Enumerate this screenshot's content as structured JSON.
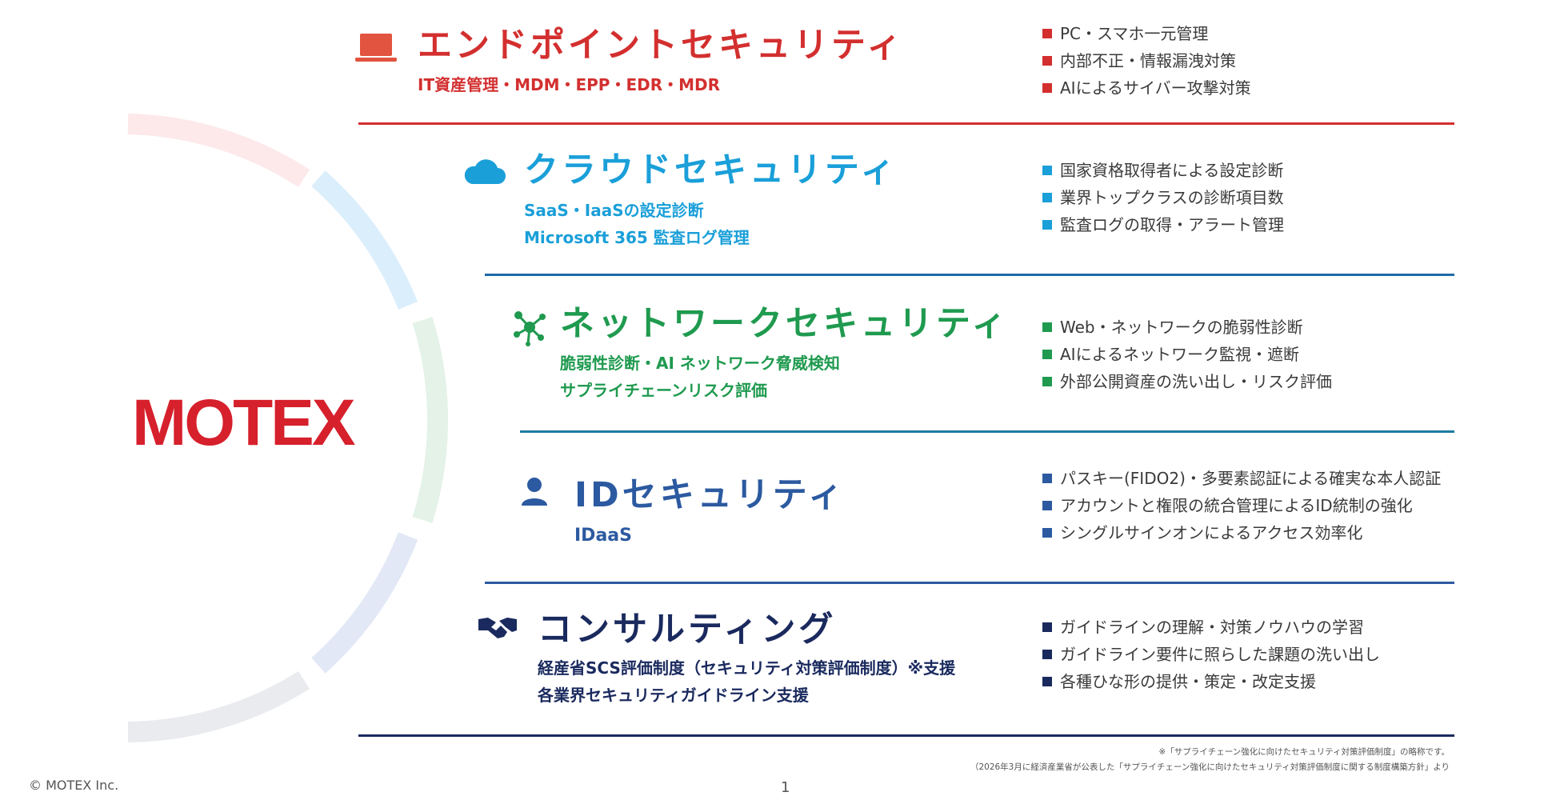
{
  "brand": {
    "logo": "MOTEX",
    "copyright": "© MOTEX Inc.",
    "page_number": "1"
  },
  "sections": [
    {
      "title": "エンドポイントセキュリティ",
      "subtitle_lines": [
        "IT資産管理・MDM・EPP・EDR・MDR"
      ],
      "bullets": [
        "PC・スマホ一元管理",
        "内部不正・情報漏洩対策",
        "AIによるサイバー攻撃対策"
      ],
      "color": "#d32f2f",
      "icon": "laptop-icon"
    },
    {
      "title": "クラウドセキュリティ",
      "subtitle_lines": [
        "SaaS・IaaSの設定診断",
        "Microsoft 365 監査ログ管理"
      ],
      "bullets": [
        "国家資格取得者による設定診断",
        "業界トップクラスの診断項目数",
        "監査ログの取得・アラート管理"
      ],
      "color": "#1a9fd9",
      "icon": "cloud-icon"
    },
    {
      "title": "ネットワークセキュリティ",
      "subtitle_lines": [
        "脆弱性診断・AI ネットワーク脅威検知",
        "サプライチェーンリスク評価"
      ],
      "bullets": [
        "Web・ネットワークの脆弱性診断",
        "AIによるネットワーク監視・遮断",
        "外部公開資産の洗い出し・リスク評価"
      ],
      "color": "#1f9a4f",
      "icon": "network-icon"
    },
    {
      "title": "IDセキュリティ",
      "subtitle_lines": [
        "IDaaS"
      ],
      "bullets": [
        "パスキー(FIDO2)・多要素認証による確実な本人認証",
        "アカウントと権限の統合管理によるID統制の強化",
        "シングルサインオンによるアクセス効率化"
      ],
      "color": "#2c5aa0",
      "icon": "person-icon"
    },
    {
      "title": "コンサルティング",
      "subtitle_lines": [
        "経産省SCS評価制度（セキュリティ対策評価制度）※支援",
        "各業界セキュリティガイドライン支援"
      ],
      "bullets": [
        "ガイドラインの理解・対策ノウハウの学習",
        "ガイドライン要件に照らした課題の洗い出し",
        "各種ひな形の提供・策定・改定支援"
      ],
      "color": "#1a2a5e",
      "icon": "handshake-icon"
    }
  ],
  "footnotes": [
    "※「サプライチェーン強化に向けたセキュリティ対策評価制度」の略称です。",
    "（2026年3月に経済産業省が公表した「サプライチェーン強化に向けたセキュリティ対策評価制度に関する制度構築方針」より"
  ]
}
